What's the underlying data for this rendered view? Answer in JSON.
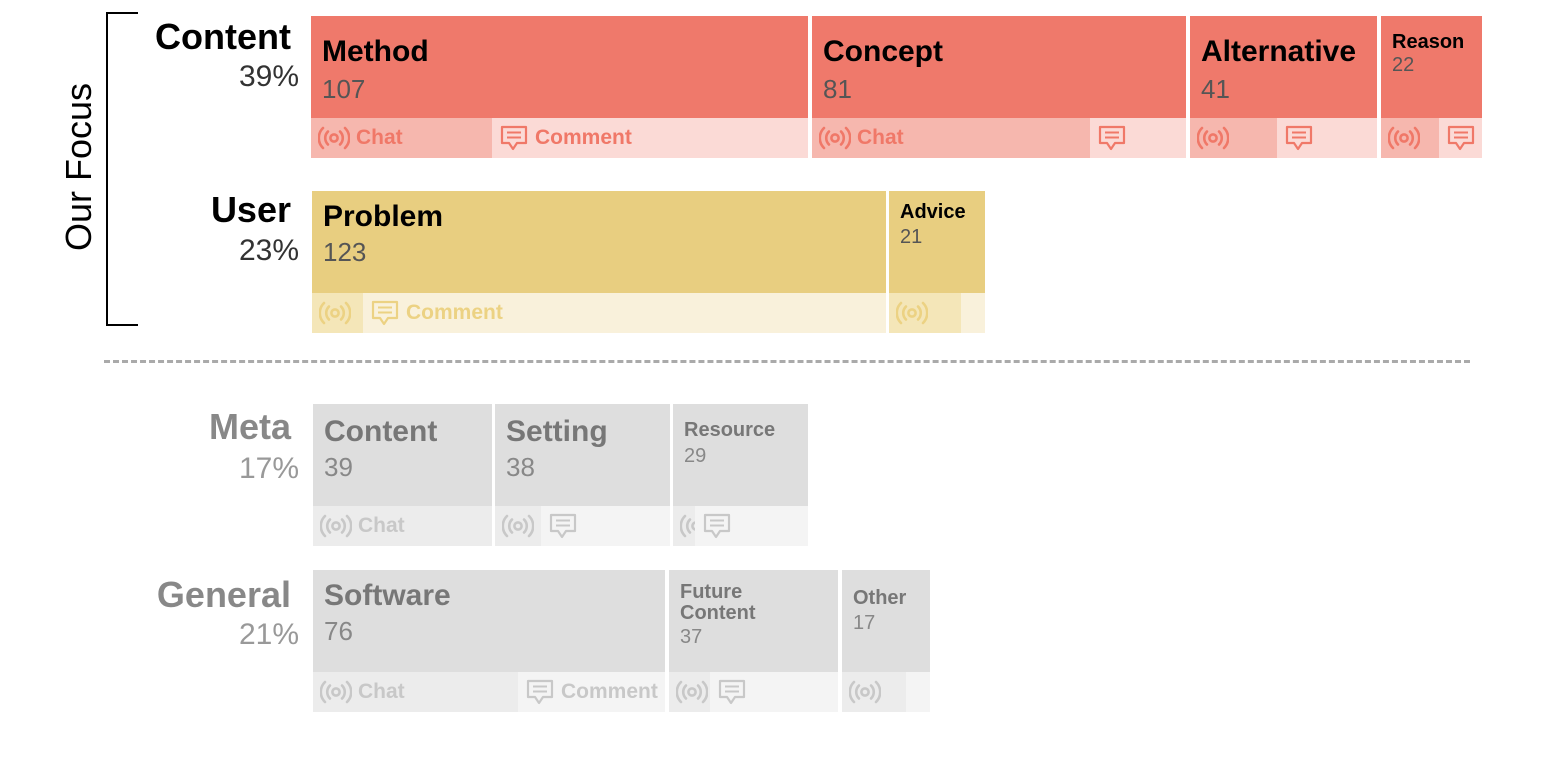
{
  "focus_label": "Our Focus",
  "colors": {
    "content_main": "#ef796b",
    "content_chat": "#f6b7ae",
    "content_comment": "#fbdad6",
    "content_text": "#f07868",
    "user_main": "#e8ce80",
    "user_chat": "#f4e6b8",
    "user_comment": "#f9f1db",
    "user_text": "#ecd283",
    "gray_main": "#dedede",
    "gray_chat": "#ececec",
    "gray_comment": "#f4f4f4",
    "gray_text": "#c8c8c8"
  },
  "groups": [
    {
      "name": "Content",
      "percent": "39%",
      "cells": [
        {
          "label": "Method",
          "count": "107",
          "chat": "Chat",
          "comment": "Comment"
        },
        {
          "label": "Concept",
          "count": "81",
          "chat": "Chat",
          "comment": ""
        },
        {
          "label": "Alternative",
          "count": "41",
          "chat": "",
          "comment": ""
        },
        {
          "label": "Reason",
          "count": "22",
          "chat": "",
          "comment": ""
        }
      ]
    },
    {
      "name": "User",
      "percent": "23%",
      "cells": [
        {
          "label": "Problem",
          "count": "123",
          "chat": "",
          "comment": "Comment"
        },
        {
          "label": "Advice",
          "count": "21",
          "chat": "",
          "comment": ""
        }
      ]
    },
    {
      "name": "Meta",
      "percent": "17%",
      "cells": [
        {
          "label": "Content",
          "count": "39",
          "chat": "Chat",
          "comment": ""
        },
        {
          "label": "Setting",
          "count": "38",
          "chat": "",
          "comment": ""
        },
        {
          "label": "Resource",
          "count": "29",
          "chat": "",
          "comment": ""
        }
      ]
    },
    {
      "name": "General",
      "percent": "21%",
      "cells": [
        {
          "label": "Software",
          "count": "76",
          "chat": "Chat",
          "comment": "Comment"
        },
        {
          "label": "Future\nContent",
          "count": "37",
          "chat": "",
          "comment": ""
        },
        {
          "label": "Other",
          "count": "17",
          "chat": "",
          "comment": ""
        }
      ]
    }
  ],
  "icons": {
    "chat": "broadcast-icon",
    "comment": "comment-icon"
  }
}
